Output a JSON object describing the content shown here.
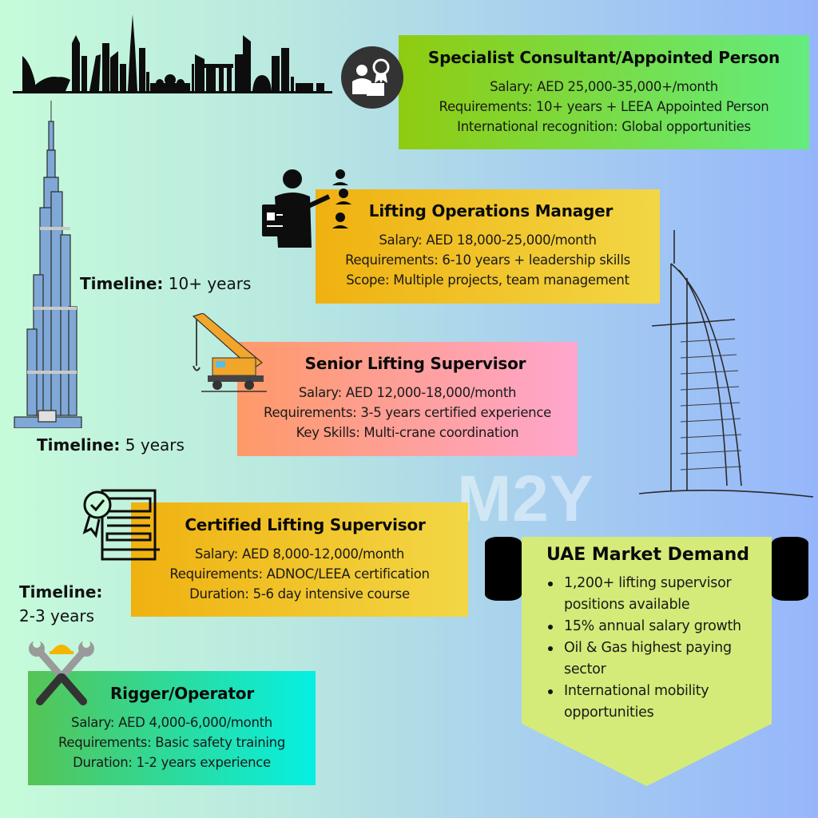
{
  "watermark": "M2Y",
  "timelines": [
    {
      "label": "Timeline:",
      "value": "10+ years"
    },
    {
      "label": "Timeline:",
      "value": "5 years"
    },
    {
      "label": "Timeline:",
      "value": "2-3 years"
    }
  ],
  "careers": [
    {
      "title": "Specialist Consultant/Appointed Person",
      "lines": [
        "Salary: AED 25,000-35,000+/month",
        "Requirements: 10+ years + LEEA Appointed Person",
        "International recognition: Global opportunities"
      ],
      "icon": "consultant-certificate-icon",
      "colors": [
        "#8fcc10",
        "#63ec7e"
      ]
    },
    {
      "title": "Lifting Operations Manager",
      "lines": [
        "Salary: AED 18,000-25,000/month",
        "Requirements: 6-10 years + leadership skills",
        "Scope: Multiple projects, team management"
      ],
      "icon": "manager-presenting-icon",
      "colors": [
        "#f0b110",
        "#f2d745"
      ]
    },
    {
      "title": "Senior Lifting Supervisor",
      "lines": [
        "Salary: AED 12,000-18,000/month",
        "Requirements: 3-5 years certified experience",
        "Key Skills: Multi-crane coordination"
      ],
      "icon": "crane-icon",
      "colors": [
        "#fe9968",
        "#ffa6cd"
      ]
    },
    {
      "title": "Certified Lifting Supervisor",
      "lines": [
        "Salary: AED 8,000-12,000/month",
        "Requirements: ADNOC/LEEA certification",
        "Duration: 5-6 day intensive course"
      ],
      "icon": "certificate-icon",
      "colors": [
        "#f0b110",
        "#f2d745"
      ]
    },
    {
      "title": "Rigger/Operator",
      "lines": [
        "Salary: AED 4,000-6,000/month",
        "Requirements: Basic safety training",
        "Duration: 1-2 years experience"
      ],
      "icon": "wrenches-hardhat-icon",
      "colors": [
        "#56c455",
        "#05f0e3"
      ]
    }
  ],
  "market": {
    "title": "UAE Market Demand",
    "items": [
      "1,200+ lifting supervisor positions available",
      "15% annual salary growth",
      "Oil & Gas highest paying sector",
      "International mobility opportunities"
    ],
    "color": "#d4eb79"
  }
}
